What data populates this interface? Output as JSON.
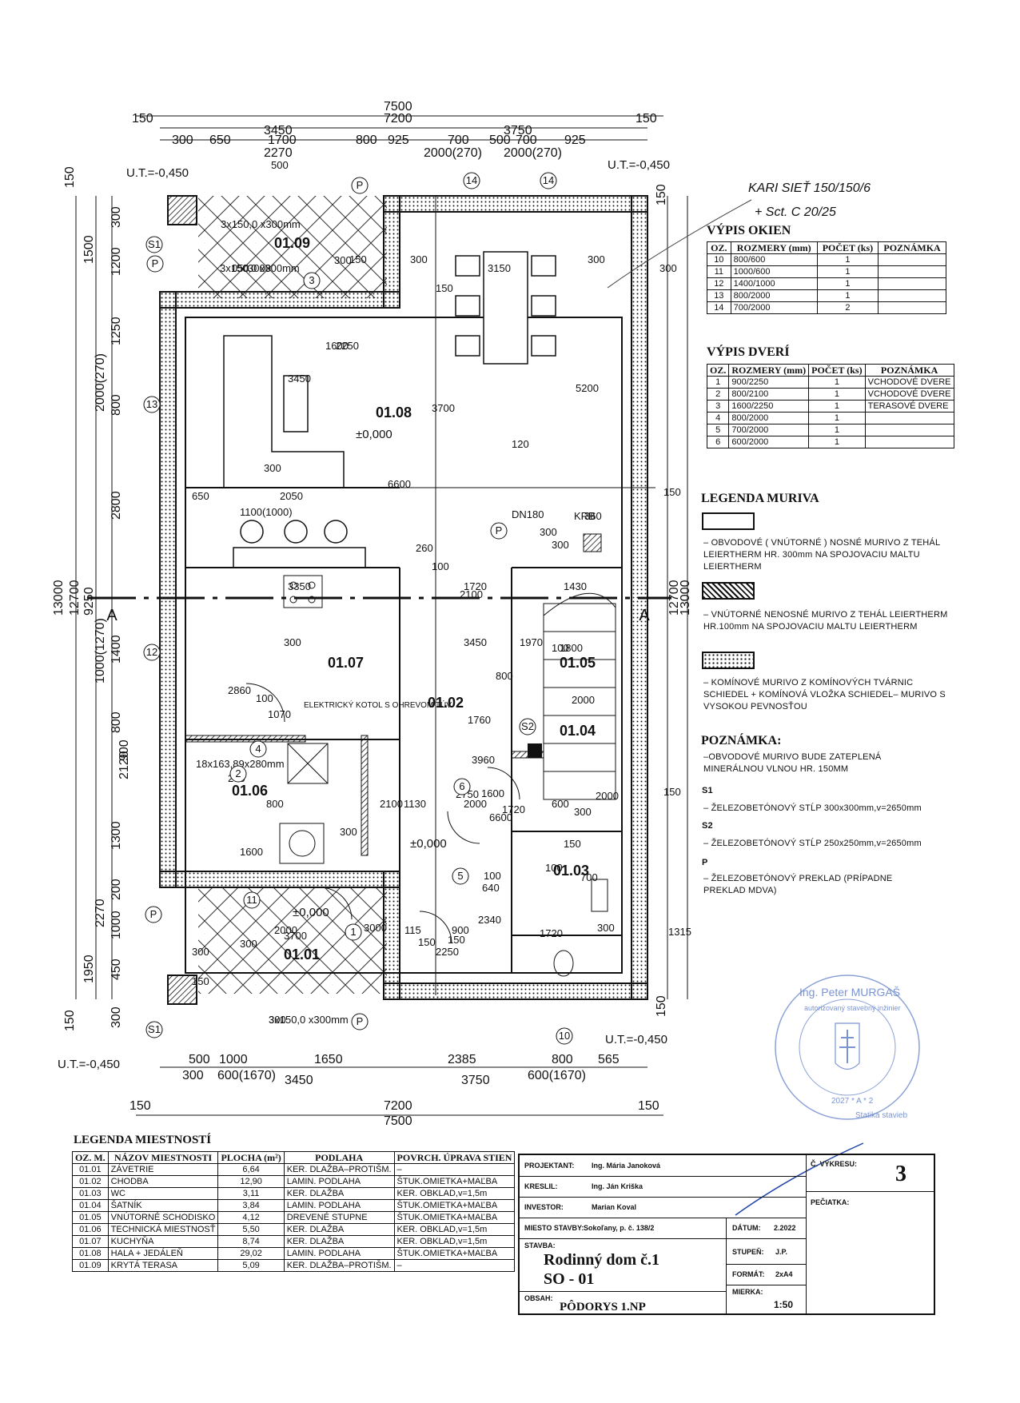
{
  "annotations": {
    "handwritten_1": "KARI SIEŤ 150/150/6",
    "handwritten_2": "+ Sct. C 20/25"
  },
  "levels": {
    "ut_top_left": "U.T.=-0,450",
    "ut_top_right": "U.T.=-0,450",
    "ut_bottom_left": "U.T.=-0,450",
    "ut_bottom_right": "U.T.=-0,450",
    "floor_1": "±0,000",
    "floor_2": "±0,000",
    "floor_3": "±0,000"
  },
  "dims_top": [
    "7500",
    "7200",
    "150",
    "150",
    "3450",
    "3750",
    "300",
    "650",
    "1700",
    "800",
    "925",
    "700",
    "500",
    "700",
    "925",
    "2270",
    "2000(270)",
    "2000(270)"
  ],
  "dims_bottom": [
    "500",
    "1000",
    "1650",
    "2385",
    "800",
    "565",
    "300",
    "600(1670)",
    "3450",
    "3750",
    "600(1670)",
    "150",
    "7200",
    "150",
    "7500"
  ],
  "dims_left": [
    "150",
    "300",
    "1500",
    "1200",
    "1250",
    "800",
    "2000(270)",
    "2800",
    "9250",
    "13000",
    "12700",
    "1400",
    "1000(1270)",
    "800",
    "900",
    "2120",
    "1300",
    "2270",
    "1000",
    "1950",
    "450",
    "300",
    "150",
    "200"
  ],
  "dims_right": [
    "150",
    "13000",
    "12700",
    "150"
  ],
  "dims_inner": [
    "3000",
    "150",
    "300",
    "3150",
    "300",
    "150",
    "1600",
    "2250",
    "3450",
    "3700",
    "120",
    "5200",
    "3700",
    "300",
    "6600",
    "650",
    "2050",
    "1100(1000)",
    "DN180",
    "KRB",
    "360",
    "300",
    "300",
    "260",
    "100",
    "3350",
    "1720",
    "2100",
    "1430",
    "300",
    "3450",
    "1970",
    "100",
    "1800",
    "2860",
    "100",
    "1070",
    "800",
    "2000",
    "1760",
    "3960",
    "18x163,89x280mm",
    "250",
    "800",
    "2100",
    "2000",
    "2750",
    "1600",
    "1720",
    "6600",
    "600",
    "2000",
    "300",
    "1130",
    "300",
    "150",
    "100",
    "100",
    "640",
    "700",
    "2000",
    "2340",
    "3000",
    "115",
    "150",
    "900",
    "2250",
    "1720",
    "300",
    "1315",
    "300",
    "150",
    "300",
    "500",
    "3x150,0 x300mm",
    "3x150,0 x300mm",
    "3x150,0 x300mm",
    "050",
    "300",
    "150",
    "1600",
    "300",
    "300",
    "150",
    "150",
    "150"
  ],
  "room_labels": [
    "01.09",
    "01.08",
    "01.07",
    "01.02",
    "01.05",
    "01.04",
    "01.06",
    "01.03",
    "01.01"
  ],
  "marks": [
    "14",
    "14",
    "13",
    "12",
    "11",
    "10",
    "1",
    "2",
    "3",
    "4",
    "5",
    "6",
    "P",
    "P",
    "P",
    "P",
    "P",
    "S1",
    "S1",
    "S2",
    "A",
    "A"
  ],
  "boiler_label": "ELEKTRICKÝ KOTOL S OHREVOM TÚV",
  "windows": {
    "title": "VÝPIS OKIEN",
    "headers": [
      "OZ.",
      "ROZMERY (mm)",
      "POČET (ks)",
      "POZNÁMKA"
    ],
    "rows": [
      [
        "10",
        "800/600",
        "1",
        ""
      ],
      [
        "11",
        "1000/600",
        "1",
        ""
      ],
      [
        "12",
        "1400/1000",
        "1",
        ""
      ],
      [
        "13",
        "800/2000",
        "1",
        ""
      ],
      [
        "14",
        "700/2000",
        "2",
        ""
      ]
    ]
  },
  "doors": {
    "title": "VÝPIS DVERÍ",
    "headers": [
      "OZ.",
      "ROZMERY (mm)",
      "POČET (ks)",
      "POZNÁMKA"
    ],
    "rows": [
      [
        "1",
        "900/2250",
        "1",
        "VCHODOVÉ DVERE"
      ],
      [
        "2",
        "800/2100",
        "1",
        "VCHODOVÉ DVERE"
      ],
      [
        "3",
        "1600/2250",
        "1",
        "TERASOVÉ DVERE"
      ],
      [
        "4",
        "800/2000",
        "1",
        ""
      ],
      [
        "5",
        "700/2000",
        "1",
        ""
      ],
      [
        "6",
        "600/2000",
        "1",
        ""
      ]
    ]
  },
  "masonry_legend": {
    "title": "LEGENDA MURIVA",
    "items": [
      "– OBVODOVÉ ( VNÚTORNÉ ) NOSNÉ MURIVO Z TEHÁL LEIERTHERM HR. 300mm NA SPOJOVACIU MALTU LEIERTHERM",
      "– VNÚTORNÉ NENOSNÉ MURIVO Z TEHÁL LEIERTHERM HR.100mm NA SPOJOVACIU MALTU LEIERTHERM",
      "– KOMÍNOVÉ MURIVO Z KOMÍNOVÝCH TVÁRNIC SCHIEDEL + KOMÍNOVÁ VLOŽKA SCHIEDEL– MURIVO S VYSOKOU PEVNOSŤOU"
    ]
  },
  "note": {
    "title": "POZNÁMKA:",
    "text": "–OBVODOVÉ MURIVO BUDE ZATEPLENÁ MINERÁLNOU VLNOU HR. 150MM",
    "s1_mark": "S1",
    "s1": "– ŽELEZOBETÓNOVÝ STĹP 300x300mm,v=2650mm",
    "s2_mark": "S2",
    "s2": "– ŽELEZOBETÓNOVÝ STĹP 250x250mm,v=2650mm",
    "p_mark": "P",
    "p": "– ŽELEZOBETÓNOVÝ PREKLAD (PRÍPADNE PREKLAD MDVA)"
  },
  "rooms_legend": {
    "title": "LEGENDA MIESTNOSTÍ",
    "headers": [
      "OZ. M.",
      "NÁZOV MIESTNOSTI",
      "PLOCHA (m²)",
      "PODLAHA",
      "POVRCH. ÚPRAVA STIEN"
    ],
    "rows": [
      [
        "01.01",
        "ZÁVETRIE",
        "6,64",
        "KER. DLAŽBA–PROTIŠM.",
        "–"
      ],
      [
        "01.02",
        "CHODBA",
        "12,90",
        "LAMIN. PODLAHA",
        "ŠTUK.OMIETKA+MAĽBA"
      ],
      [
        "01.03",
        "WC",
        "3,11",
        "KER. DLAŽBA",
        "KER. OBKLAD,v=1,5m"
      ],
      [
        "01.04",
        "ŠATNÍK",
        "3,84",
        "LAMIN. PODLAHA",
        "ŠTUK.OMIETKA+MAĽBA"
      ],
      [
        "01.05",
        "VNÚTORNÉ SCHODISKO",
        "4,12",
        "DREVENÉ STUPNE",
        "ŠTUK.OMIETKA+MAĽBA"
      ],
      [
        "01.06",
        "TECHNICKÁ MIESTNOSŤ",
        "5,50",
        "KER. DLAŽBA",
        "KER. OBKLAD,v=1,5m"
      ],
      [
        "01.07",
        "KUCHYŇA",
        "8,74",
        "KER. DLAŽBA",
        "KER. OBKLAD,v=1,5m"
      ],
      [
        "01.08",
        "HALA + JEDÁLEŇ",
        "29,02",
        "LAMIN. PODLAHA",
        "ŠTUK.OMIETKA+MAĽBA"
      ],
      [
        "01.09",
        "KRYTÁ TERASA",
        "5,09",
        "KER. DLAŽBA–PROTIŠM.",
        "–"
      ]
    ]
  },
  "title_block": {
    "projektant_label": "PROJEKTANT:",
    "projektant": "Ing. Mária Janoková",
    "kreslil_label": "KRESLIL:",
    "kreslil": "Ing. Ján Kriška",
    "investor_label": "INVESTOR:",
    "investor": "Marian Koval",
    "miesto_label": "MIESTO STAVBY:",
    "miesto": "Sokoľany, p. č. 138/2",
    "datum_label": "DÁTUM:",
    "datum": "2.2022",
    "stavba_label": "STAVBA:",
    "stavba_1": "Rodinný dom č.1",
    "stavba_2": "SO - 01",
    "obsah_label": "OBSAH:",
    "obsah": "PÔDORYS 1.NP",
    "stupen_label": "STUPEŇ:",
    "stupen": "J.P.",
    "format_label": "FORMÁT:",
    "format": "2xA4",
    "mierka_label": "MIERKA:",
    "mierka": "1:50",
    "cislo_label": "Č. VÝKRESU:",
    "cislo": "3",
    "peciatka_label": "PEČIATKA:"
  },
  "stamp": {
    "text_top": "Ing. Peter MURGAŠ",
    "text_mid": "autorizovaný stavebný inžinier",
    "text_bottom": "Statika stavieb",
    "number": "2027 * A * 2"
  }
}
